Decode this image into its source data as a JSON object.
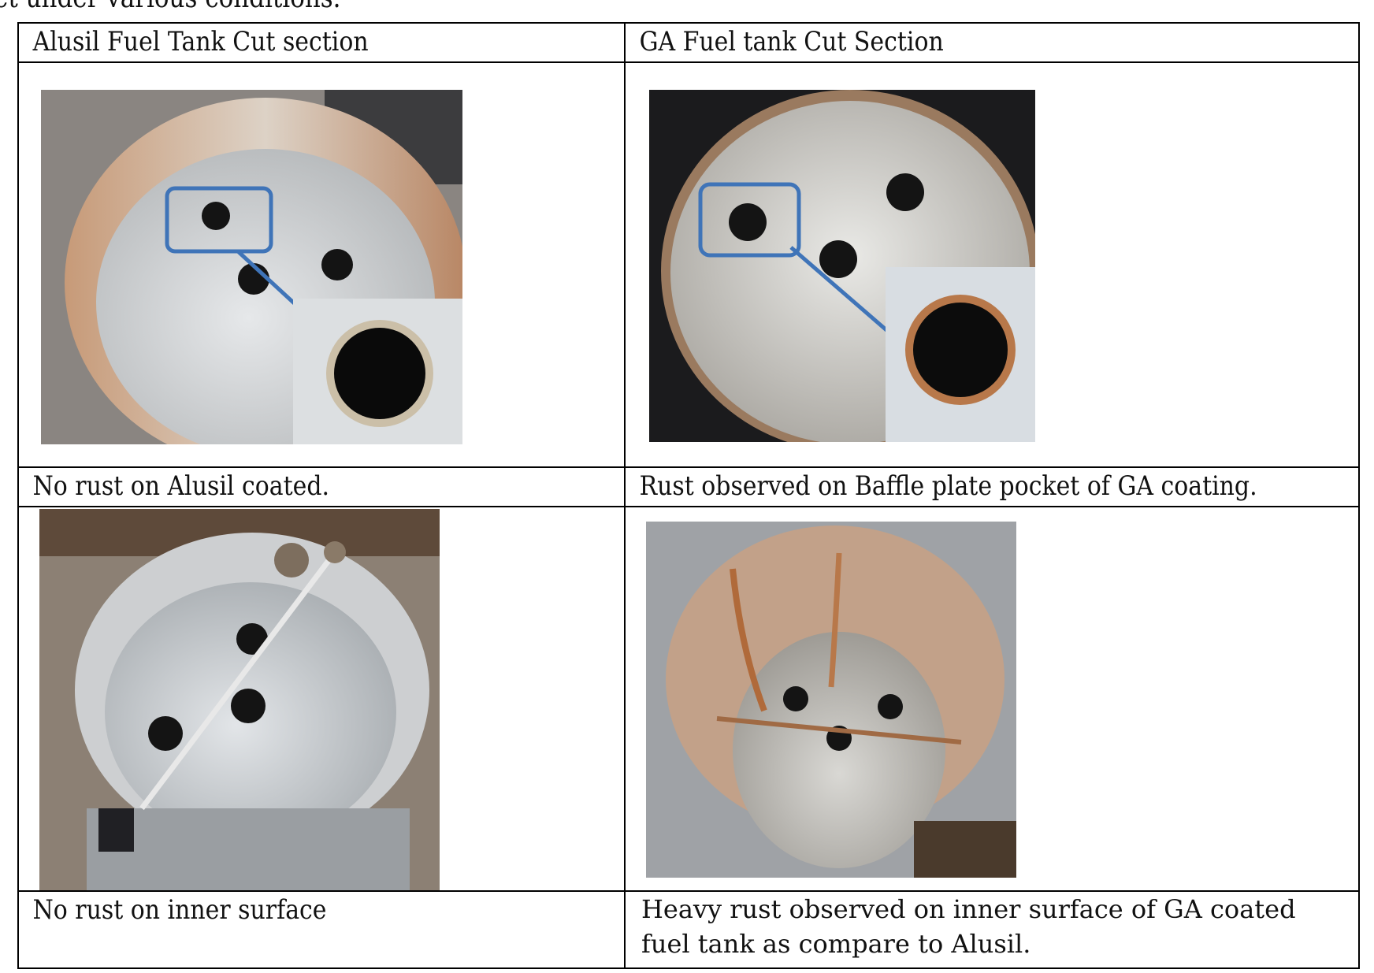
{
  "page": {
    "top_fragment": "et under various conditions."
  },
  "table": {
    "headers": [
      "Alusil Fuel Tank Cut section",
      "GA Fuel tank Cut Section"
    ],
    "captions_row1": [
      "No rust on Alusil coated.",
      "Rust observed on Baffle plate pocket of GA coating."
    ],
    "captions_row2": [
      "No rust on inner surface",
      "Heavy rust observed on inner surface of GA coated fuel tank as compare to Alusil."
    ]
  },
  "colors": {
    "steel": "#bfc2c4",
    "rust": "#b8784a",
    "hole": "#111111",
    "callout": "#3f74b8"
  }
}
